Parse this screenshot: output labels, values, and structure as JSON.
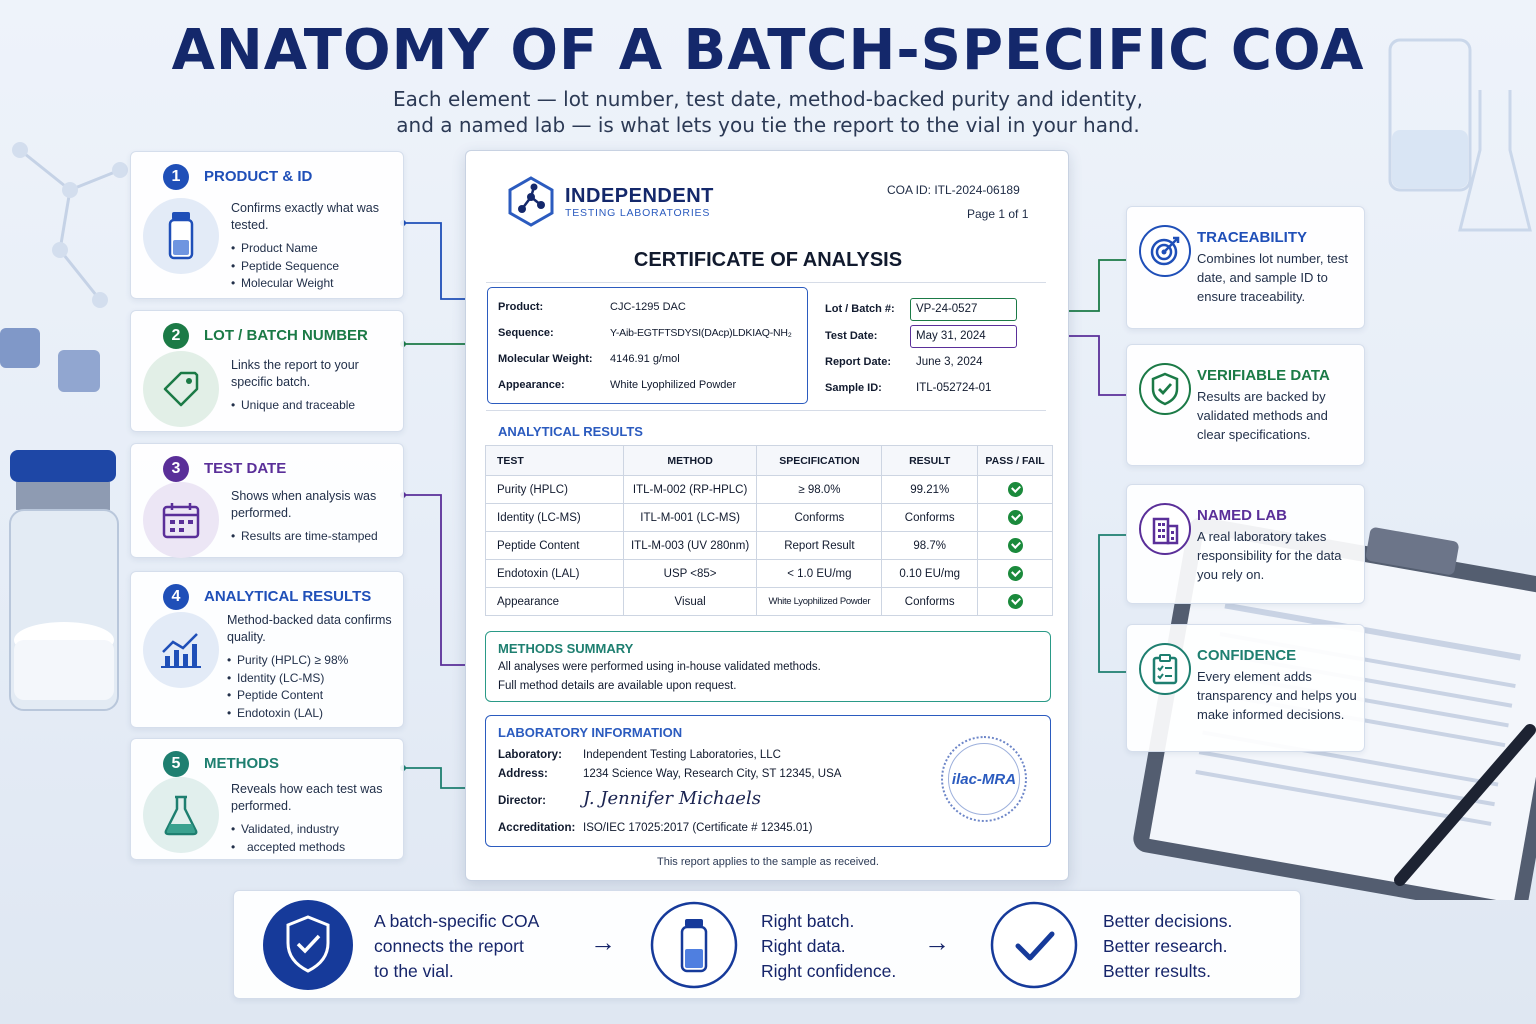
{
  "header": {
    "title": "ANATOMY OF A BATCH-SPECIFIC COA",
    "subtitle_line1": "Each element — lot number, test date, method-backed purity and identity,",
    "subtitle_line2": "and a named lab — is what lets you tie the report to the vial in your hand."
  },
  "left_cards": [
    {
      "num": "1",
      "title": "PRODUCT & ID",
      "desc": "Confirms exactly what was tested.",
      "bullets": [
        "Product Name",
        "Peptide Sequence",
        "Molecular Weight"
      ],
      "color": "#1f4fb8",
      "icon": "vial-icon"
    },
    {
      "num": "2",
      "title": "LOT / BATCH NUMBER",
      "desc": "Links the report to your specific batch.",
      "bullets": [
        "Unique and traceable"
      ],
      "color": "#1b7a46",
      "icon": "tag-icon"
    },
    {
      "num": "3",
      "title": "TEST DATE",
      "desc": "Shows when analysis was performed.",
      "bullets": [
        "Results are time-stamped"
      ],
      "color": "#5a2f99",
      "icon": "calendar-icon"
    },
    {
      "num": "4",
      "title": "ANALYTICAL RESULTS",
      "desc": "Method-backed data confirms quality.",
      "bullets": [
        "Purity (HPLC) ≥ 98%",
        "Identity (LC-MS)",
        "Peptide Content",
        "Endotoxin (LAL)"
      ],
      "color": "#1f4fb8",
      "icon": "chart-icon"
    },
    {
      "num": "5",
      "title": "METHODS",
      "desc": "Reveals how each test was performed.",
      "bullets": [
        "Validated, industry",
        "accepted methods"
      ],
      "color": "#1e7f70",
      "icon": "flask-icon"
    }
  ],
  "right_cards": [
    {
      "title": "TRACEABILITY",
      "desc": "Combines lot number, test date, and sample ID to ensure traceability.",
      "color": "#1f4fb8",
      "icon": "target-icon"
    },
    {
      "title": "VERIFIABLE DATA",
      "desc": "Results are backed by validated methods and clear specifications.",
      "color": "#1b7a46",
      "icon": "shield-check-icon"
    },
    {
      "title": "NAMED LAB",
      "desc": "A real laboratory takes responsibility for the data you rely on.",
      "color": "#5a2f99",
      "icon": "building-icon"
    },
    {
      "title": "CONFIDENCE",
      "desc": "Every element adds transparency and helps you make informed decisions.",
      "color": "#1e7f70",
      "icon": "clipboard-icon"
    }
  ],
  "certificate": {
    "lab_logo_main": "INDEPENDENT",
    "lab_logo_sub": "TESTING LABORATORIES",
    "coa_id": "COA ID: ITL-2024-06189",
    "page": "Page 1 of 1",
    "title": "CERTIFICATE OF ANALYSIS",
    "product": {
      "product_label": "Product:",
      "product_value": "CJC-1295 DAC",
      "sequence_label": "Sequence:",
      "sequence_value": "Y-Aib-EGTFTSDYSI(DAcp)LDKIAQ-NH₂",
      "mw_label": "Molecular Weight:",
      "mw_value": "4146.91 g/mol",
      "appearance_label": "Appearance:",
      "appearance_value": "White Lyophilized Powder"
    },
    "batch": {
      "lot_label": "Lot / Batch #:",
      "lot_value": "VP-24-0527",
      "test_date_label": "Test Date:",
      "test_date_value": "May 31, 2024",
      "report_date_label": "Report Date:",
      "report_date_value": "June 3, 2024",
      "sample_id_label": "Sample ID:",
      "sample_id_value": "ITL-052724-01"
    },
    "results_title": "ANALYTICAL RESULTS",
    "results_headers": [
      "TEST",
      "METHOD",
      "SPECIFICATION",
      "RESULT",
      "PASS / FAIL"
    ],
    "results_rows": [
      [
        "Purity (HPLC)",
        "ITL-M-002 (RP-HPLC)",
        "≥ 98.0%",
        "99.21%"
      ],
      [
        "Identity (LC-MS)",
        "ITL-M-001 (LC-MS)",
        "Conforms",
        "Conforms"
      ],
      [
        "Peptide Content",
        "ITL-M-003 (UV 280nm)",
        "Report Result",
        "98.7%"
      ],
      [
        "Endotoxin (LAL)",
        "USP <85>",
        "< 1.0 EU/mg",
        "0.10 EU/mg"
      ],
      [
        "Appearance",
        "Visual",
        "White Lyophilized Powder",
        "Conforms"
      ]
    ],
    "methods_title": "METHODS SUMMARY",
    "methods_line1": "All analyses were performed using in-house validated methods.",
    "methods_line2": "Full method details are available upon request.",
    "lab_title": "LABORATORY INFORMATION",
    "lab_label": "Laboratory:",
    "lab_value": "Independent Testing Laboratories, LLC",
    "address_label": "Address:",
    "address_value": "1234 Science Way, Research City, ST 12345, USA",
    "director_label": "Director:",
    "director_signature": "J. Jennifer Michaels",
    "accreditation_label": "Accreditation:",
    "accreditation_value": "ISO/IEC 17025:2017 (Certificate # 12345.01)",
    "seal_text": "ilac-MRA",
    "footnote": "This report applies to the sample as received."
  },
  "banner": {
    "col1": [
      "A batch-specific COA",
      "connects the report",
      "to the vial."
    ],
    "col2": [
      "Right batch.",
      "Right data.",
      "Right confidence."
    ],
    "col3": [
      "Better decisions.",
      "Better research.",
      "Better results."
    ],
    "arrow": "→"
  },
  "colors": {
    "navy": "#14286b",
    "blue": "#1f4fb8",
    "green": "#1b7a46",
    "purple": "#5a2f99",
    "teal": "#1e7f70"
  }
}
